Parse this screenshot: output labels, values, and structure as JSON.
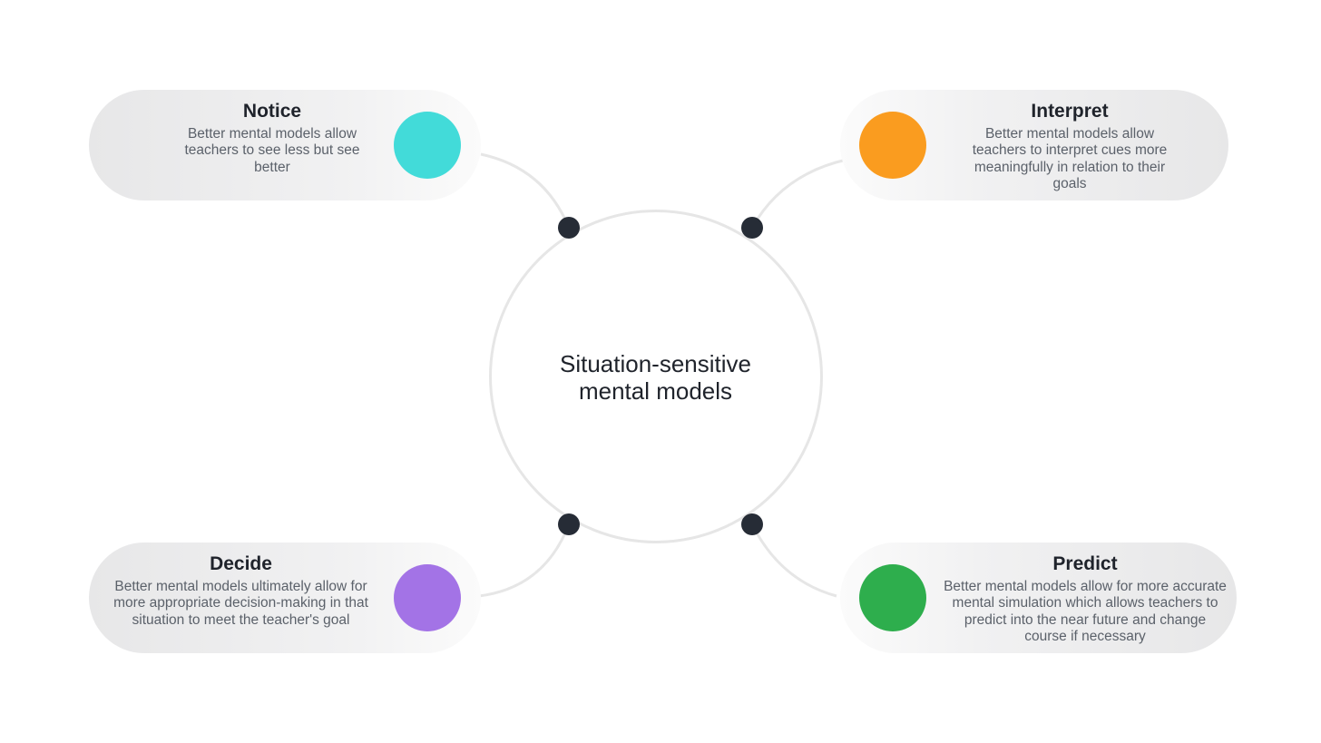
{
  "center": {
    "label": "Situation-sensitive\nmental models"
  },
  "cards": {
    "notice": {
      "title": "Notice",
      "description": "Better mental models allow teachers to see less but see better",
      "color": "#42dbd9"
    },
    "interpret": {
      "title": "Interpret",
      "description": "Better mental models allow teachers to interpret cues more meaningfully in relation to their goals",
      "color": "#fa9c1f"
    },
    "decide": {
      "title": "Decide",
      "description": "Better mental models ultimately allow for more appropriate decision-making in that situation to meet the teacher's goal",
      "color": "#a373e6"
    },
    "predict": {
      "title": "Predict",
      "description": "Better mental models allow for more accurate mental simulation which allows teachers to predict into the near future and change course if necessary",
      "color": "#2eae4d"
    }
  },
  "colors": {
    "node": "#262c36",
    "connector": "#e6e6e6",
    "title_text": "#1f232b",
    "body_text": "#5b616a"
  }
}
